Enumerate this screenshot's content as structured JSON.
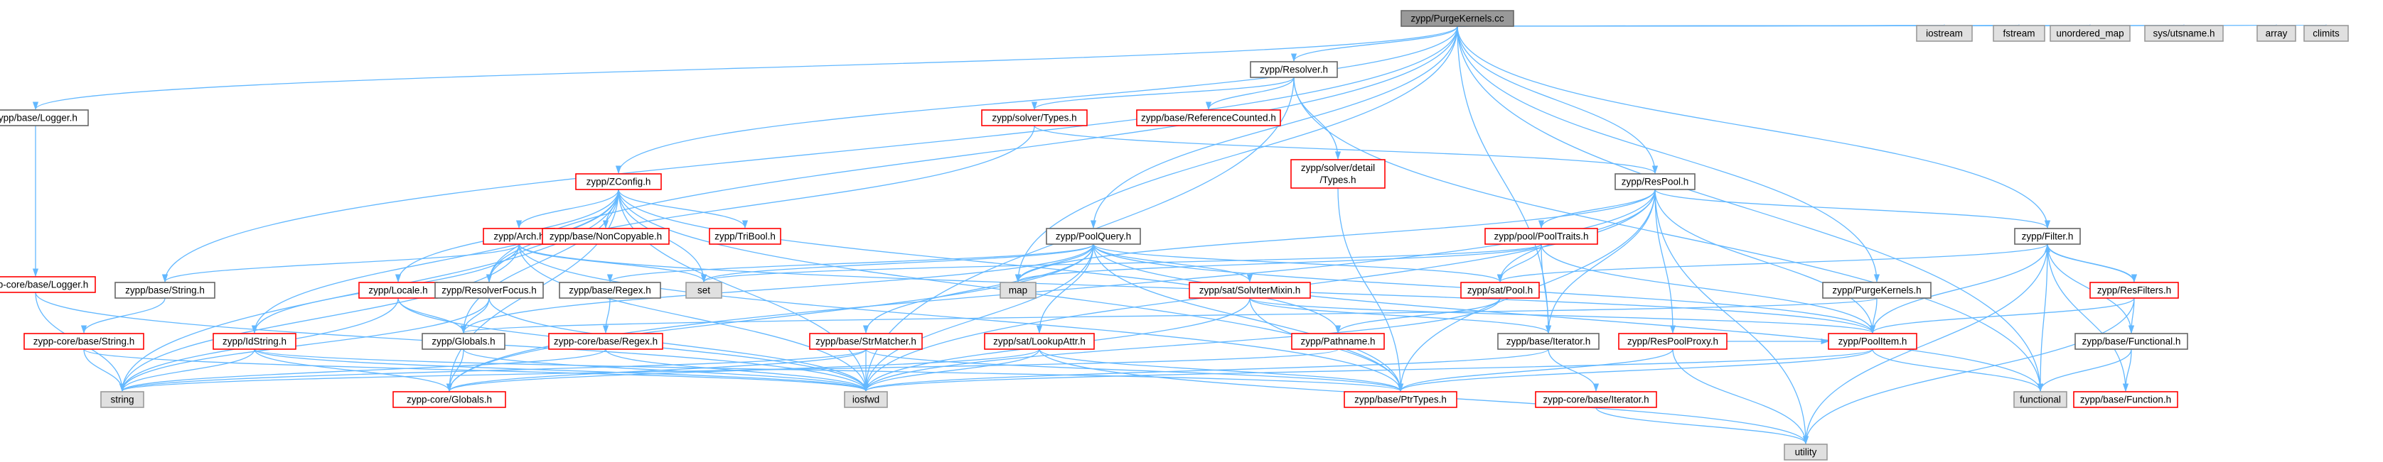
{
  "colors": {
    "edge": "#63b8ff",
    "node_fill": "#ffffff",
    "node_border": "#666666",
    "missing_border": "#ff0000",
    "missing_text": "#ff0000",
    "external_fill": "#e0e0e0",
    "external_border": "#999999",
    "root_fill": "#999999",
    "root_border": "#666666"
  },
  "nodes": [
    {
      "id": "root",
      "kind": "root",
      "lines": [
        "zypp/PurgeKernels.cc"
      ]
    },
    {
      "id": "logger",
      "kind": "normal",
      "lines": [
        "zypp/base/Logger.h"
      ]
    },
    {
      "id": "corelogger",
      "kind": "missing",
      "lines": [
        "zypp-core/base/Logger.h"
      ]
    },
    {
      "id": "resolver",
      "kind": "normal",
      "lines": [
        "zypp/Resolver.h"
      ]
    },
    {
      "id": "solvertypes",
      "kind": "missing",
      "lines": [
        "zypp/solver/Types.h"
      ]
    },
    {
      "id": "refcounted",
      "kind": "missing",
      "lines": [
        "zypp/base/ReferenceCounted.h"
      ]
    },
    {
      "id": "detailtypes",
      "kind": "missing",
      "lines": [
        "zypp/solver/detail",
        "/Types.h"
      ]
    },
    {
      "id": "zconfig",
      "kind": "missing",
      "lines": [
        "zypp/ZConfig.h"
      ]
    },
    {
      "id": "arch",
      "kind": "missing",
      "lines": [
        "zypp/Arch.h"
      ]
    },
    {
      "id": "noncopyable",
      "kind": "missing",
      "lines": [
        "zypp/base/NonCopyable.h"
      ]
    },
    {
      "id": "tribool",
      "kind": "missing",
      "lines": [
        "zypp/TriBool.h"
      ]
    },
    {
      "id": "poolquery",
      "kind": "normal",
      "lines": [
        "zypp/PoolQuery.h"
      ]
    },
    {
      "id": "respool",
      "kind": "normal",
      "lines": [
        "zypp/ResPool.h"
      ]
    },
    {
      "id": "pooltraits",
      "kind": "missing",
      "lines": [
        "zypp/pool/PoolTraits.h"
      ]
    },
    {
      "id": "filter",
      "kind": "normal",
      "lines": [
        "zypp/Filter.h"
      ]
    },
    {
      "id": "resfilters",
      "kind": "missing",
      "lines": [
        "zypp/ResFilters.h"
      ]
    },
    {
      "id": "purgekernels",
      "kind": "normal",
      "lines": [
        "zypp/PurgeKernels.h"
      ]
    },
    {
      "id": "string",
      "kind": "normal",
      "lines": [
        "zypp/base/String.h"
      ]
    },
    {
      "id": "corestring",
      "kind": "missing",
      "lines": [
        "zypp-core/base/String.h"
      ]
    },
    {
      "id": "locale",
      "kind": "missing",
      "lines": [
        "zypp/Locale.h"
      ]
    },
    {
      "id": "idstring",
      "kind": "missing",
      "lines": [
        "zypp/IdString.h"
      ]
    },
    {
      "id": "resolverfocus",
      "kind": "normal",
      "lines": [
        "zypp/ResolverFocus.h"
      ]
    },
    {
      "id": "globals",
      "kind": "normal",
      "lines": [
        "zypp/Globals.h"
      ]
    },
    {
      "id": "coreglobals",
      "kind": "missing",
      "lines": [
        "zypp-core/Globals.h"
      ]
    },
    {
      "id": "regex",
      "kind": "normal",
      "lines": [
        "zypp/base/Regex.h"
      ]
    },
    {
      "id": "coreregex",
      "kind": "missing",
      "lines": [
        "zypp-core/base/Regex.h"
      ]
    },
    {
      "id": "strmatcher",
      "kind": "missing",
      "lines": [
        "zypp/base/StrMatcher.h"
      ]
    },
    {
      "id": "lookupattr",
      "kind": "missing",
      "lines": [
        "zypp/sat/LookupAttr.h"
      ]
    },
    {
      "id": "solvitermixin",
      "kind": "missing",
      "lines": [
        "zypp/sat/SolvIterMixin.h"
      ]
    },
    {
      "id": "satpool",
      "kind": "missing",
      "lines": [
        "zypp/sat/Pool.h"
      ]
    },
    {
      "id": "pathname",
      "kind": "missing",
      "lines": [
        "zypp/Pathname.h"
      ]
    },
    {
      "id": "iterator",
      "kind": "normal",
      "lines": [
        "zypp/base/Iterator.h"
      ]
    },
    {
      "id": "coreiterator",
      "kind": "missing",
      "lines": [
        "zypp-core/base/Iterator.h"
      ]
    },
    {
      "id": "respoolproxy",
      "kind": "missing",
      "lines": [
        "zypp/ResPoolProxy.h"
      ]
    },
    {
      "id": "poolitem",
      "kind": "missing",
      "lines": [
        "zypp/PoolItem.h"
      ]
    },
    {
      "id": "functional_h",
      "kind": "normal",
      "lines": [
        "zypp/base/Functional.h"
      ]
    },
    {
      "id": "function_h",
      "kind": "missing",
      "lines": [
        "zypp/base/Function.h"
      ]
    },
    {
      "id": "ptrtypes",
      "kind": "missing",
      "lines": [
        "zypp/base/PtrTypes.h"
      ]
    },
    {
      "id": "iostream",
      "kind": "external",
      "lines": [
        "iostream"
      ]
    },
    {
      "id": "fstream",
      "kind": "external",
      "lines": [
        "fstream"
      ]
    },
    {
      "id": "unordered_map",
      "kind": "external",
      "lines": [
        "unordered_map"
      ]
    },
    {
      "id": "utsname",
      "kind": "external",
      "lines": [
        "sys/utsname.h"
      ]
    },
    {
      "id": "array",
      "kind": "external",
      "lines": [
        "array"
      ]
    },
    {
      "id": "climits",
      "kind": "external",
      "lines": [
        "climits"
      ]
    },
    {
      "id": "set",
      "kind": "external",
      "lines": [
        "set"
      ]
    },
    {
      "id": "map",
      "kind": "external",
      "lines": [
        "map"
      ]
    },
    {
      "id": "stdstring",
      "kind": "external",
      "lines": [
        "string"
      ]
    },
    {
      "id": "iosfwd",
      "kind": "external",
      "lines": [
        "iosfwd"
      ]
    },
    {
      "id": "functional",
      "kind": "external",
      "lines": [
        "functional"
      ]
    },
    {
      "id": "utility",
      "kind": "external",
      "lines": [
        "utility"
      ]
    }
  ],
  "edges": [
    [
      "root",
      "logger"
    ],
    [
      "root",
      "resolver"
    ],
    [
      "root",
      "zconfig"
    ],
    [
      "root",
      "poolquery"
    ],
    [
      "root",
      "respool"
    ],
    [
      "root",
      "filter"
    ],
    [
      "root",
      "purgekernels"
    ],
    [
      "root",
      "string"
    ],
    [
      "root",
      "resolverfocus"
    ],
    [
      "root",
      "iterator"
    ],
    [
      "root",
      "map"
    ],
    [
      "root",
      "iostream"
    ],
    [
      "root",
      "fstream"
    ],
    [
      "root",
      "unordered_map"
    ],
    [
      "root",
      "utsname"
    ],
    [
      "root",
      "array"
    ],
    [
      "root",
      "climits"
    ],
    [
      "root",
      "functional"
    ],
    [
      "logger",
      "corelogger"
    ],
    [
      "corelogger",
      "stdstring"
    ],
    [
      "corelogger",
      "iosfwd"
    ],
    [
      "resolver",
      "solvertypes"
    ],
    [
      "resolver",
      "refcounted"
    ],
    [
      "resolver",
      "detailtypes"
    ],
    [
      "resolver",
      "iosfwd"
    ],
    [
      "resolver",
      "functional"
    ],
    [
      "solvertypes",
      "respool"
    ],
    [
      "solvertypes",
      "resolverfocus"
    ],
    [
      "detailtypes",
      "ptrtypes"
    ],
    [
      "zconfig",
      "arch"
    ],
    [
      "zconfig",
      "noncopyable"
    ],
    [
      "zconfig",
      "tribool"
    ],
    [
      "zconfig",
      "set"
    ],
    [
      "zconfig",
      "stdstring"
    ],
    [
      "zconfig",
      "locale"
    ],
    [
      "zconfig",
      "idstring"
    ],
    [
      "zconfig",
      "globals"
    ],
    [
      "zconfig",
      "coreglobals"
    ],
    [
      "zconfig",
      "iosfwd"
    ],
    [
      "zconfig",
      "pathname"
    ],
    [
      "zconfig",
      "ptrtypes"
    ],
    [
      "zconfig",
      "resolverfocus"
    ],
    [
      "arch",
      "string"
    ],
    [
      "arch",
      "set"
    ],
    [
      "arch",
      "stdstring"
    ],
    [
      "arch",
      "iosfwd"
    ],
    [
      "arch",
      "idstring"
    ],
    [
      "arch",
      "ptrtypes"
    ],
    [
      "arch",
      "poolitem"
    ],
    [
      "poolquery",
      "set"
    ],
    [
      "poolquery",
      "map"
    ],
    [
      "poolquery",
      "regex"
    ],
    [
      "poolquery",
      "strmatcher"
    ],
    [
      "poolquery",
      "lookupattr"
    ],
    [
      "poolquery",
      "solvitermixin"
    ],
    [
      "poolquery",
      "satpool"
    ],
    [
      "poolquery",
      "iosfwd"
    ],
    [
      "poolquery",
      "ptrtypes"
    ],
    [
      "poolquery",
      "coreglobals"
    ],
    [
      "poolquery",
      "poolitem"
    ],
    [
      "poolquery",
      "functional"
    ],
    [
      "poolquery",
      "globals"
    ],
    [
      "respool",
      "pooltraits"
    ],
    [
      "respool",
      "satpool"
    ],
    [
      "respool",
      "respoolproxy"
    ],
    [
      "respool",
      "poolitem"
    ],
    [
      "respool",
      "filter"
    ],
    [
      "respool",
      "iterator"
    ],
    [
      "respool",
      "iosfwd"
    ],
    [
      "respool",
      "utility"
    ],
    [
      "respool",
      "map"
    ],
    [
      "respool",
      "ptrtypes"
    ],
    [
      "respool",
      "coreglobals"
    ],
    [
      "pooltraits",
      "set"
    ],
    [
      "pooltraits",
      "map"
    ],
    [
      "pooltraits",
      "satpool"
    ],
    [
      "pooltraits",
      "poolitem"
    ],
    [
      "pooltraits",
      "iterator"
    ],
    [
      "filter",
      "resfilters"
    ],
    [
      "filter",
      "poolitem"
    ],
    [
      "filter",
      "functional_h"
    ],
    [
      "filter",
      "function_h"
    ],
    [
      "filter",
      "utility"
    ],
    [
      "filter",
      "satpool"
    ],
    [
      "filter",
      "functional"
    ],
    [
      "resfilters",
      "filter"
    ],
    [
      "resfilters",
      "poolitem"
    ],
    [
      "resfilters",
      "functional_h"
    ],
    [
      "resfilters",
      "utility"
    ],
    [
      "purgekernels",
      "poolitem"
    ],
    [
      "purgekernels",
      "globals"
    ],
    [
      "string",
      "corestring"
    ],
    [
      "corestring",
      "stdstring"
    ],
    [
      "corestring",
      "iosfwd"
    ],
    [
      "locale",
      "globals"
    ],
    [
      "locale",
      "stdstring"
    ],
    [
      "locale",
      "iosfwd"
    ],
    [
      "idstring",
      "stdstring"
    ],
    [
      "idstring",
      "iosfwd"
    ],
    [
      "idstring",
      "coreglobals"
    ],
    [
      "idstring",
      "ptrtypes"
    ],
    [
      "resolverfocus",
      "globals"
    ],
    [
      "resolverfocus",
      "stdstring"
    ],
    [
      "resolverfocus",
      "iosfwd"
    ],
    [
      "globals",
      "coreglobals"
    ],
    [
      "globals",
      "iosfwd"
    ],
    [
      "regex",
      "coreregex"
    ],
    [
      "coreregex",
      "stdstring"
    ],
    [
      "coreregex",
      "iosfwd"
    ],
    [
      "strmatcher",
      "stdstring"
    ],
    [
      "strmatcher",
      "iosfwd"
    ],
    [
      "strmatcher",
      "coreglobals"
    ],
    [
      "strmatcher",
      "ptrtypes"
    ],
    [
      "lookupattr",
      "iosfwd"
    ],
    [
      "lookupattr",
      "ptrtypes"
    ],
    [
      "lookupattr",
      "utility"
    ],
    [
      "lookupattr",
      "coreglobals"
    ],
    [
      "solvitermixin",
      "iterator"
    ],
    [
      "solvitermixin",
      "poolitem"
    ],
    [
      "solvitermixin",
      "iosfwd"
    ],
    [
      "solvitermixin",
      "ptrtypes"
    ],
    [
      "satpool",
      "pathname"
    ],
    [
      "satpool",
      "iosfwd"
    ],
    [
      "pathname",
      "stdstring"
    ],
    [
      "iterator",
      "coreiterator"
    ],
    [
      "iterator",
      "iosfwd"
    ],
    [
      "coreiterator",
      "utility"
    ],
    [
      "respoolproxy",
      "ptrtypes"
    ],
    [
      "respoolproxy",
      "utility"
    ],
    [
      "respoolproxy",
      "poolitem"
    ],
    [
      "poolitem",
      "functional"
    ],
    [
      "poolitem",
      "iosfwd"
    ],
    [
      "poolitem",
      "ptrtypes"
    ],
    [
      "functional_h",
      "function_h"
    ],
    [
      "functional_h",
      "functional"
    ]
  ]
}
